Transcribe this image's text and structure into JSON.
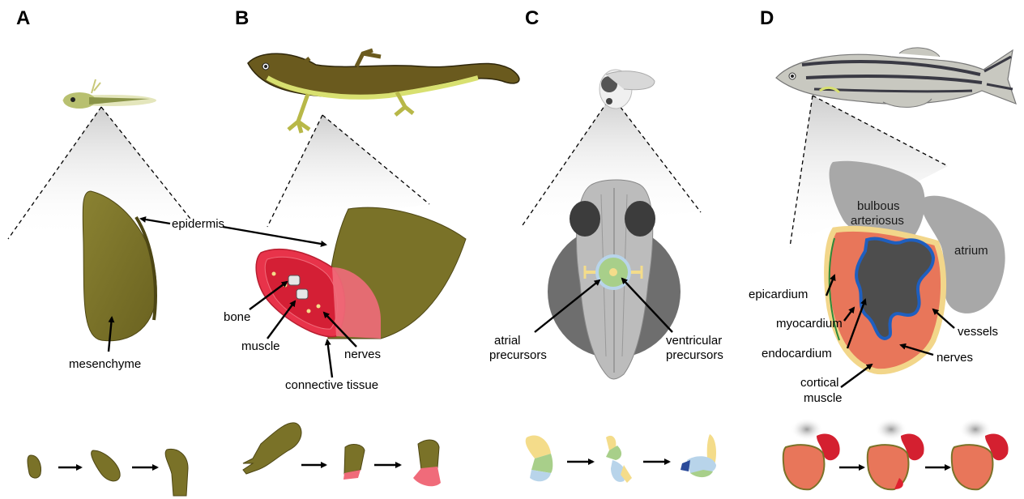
{
  "panels": [
    {
      "letter": "A"
    },
    {
      "letter": "B"
    },
    {
      "letter": "C"
    },
    {
      "letter": "D"
    }
  ],
  "labels": {
    "a_epidermis": "epidermis",
    "a_mesenchyme": "mesenchyme",
    "b_bone": "bone",
    "b_muscle": "muscle",
    "b_nerves": "nerves",
    "b_connective": "connective tissue",
    "c_atrial_1": "atrial",
    "c_atrial_2": "precursors",
    "c_ventricular_1": "ventricular",
    "c_ventricular_2": "precursors",
    "d_bulbous_1": "bulbous",
    "d_bulbous_2": "arteriosus",
    "d_atrium": "atrium",
    "d_epicardium": "epicardium",
    "d_myocardium": "myocardium",
    "d_endocardium": "endocardium",
    "d_vessels": "vessels",
    "d_nerves": "nerves",
    "d_cortical_1": "cortical",
    "d_cortical_2": "muscle"
  },
  "colors": {
    "olive": "#7a7228",
    "olive_dark": "#4d4614",
    "muscle_red": "#e8334a",
    "muscle_pink": "#f06b7a",
    "heart_orange": "#e8765a",
    "heart_yellow": "#f2d68a",
    "vessel_blue": "#1f5fbf",
    "gray_dark": "#555555",
    "gray_mid": "#9a9a9a",
    "gray_light": "#c8c8c8",
    "yellow_pale": "#f4dc8a",
    "green_pale": "#a8cf8a",
    "blue_pale": "#b8d4ea"
  }
}
